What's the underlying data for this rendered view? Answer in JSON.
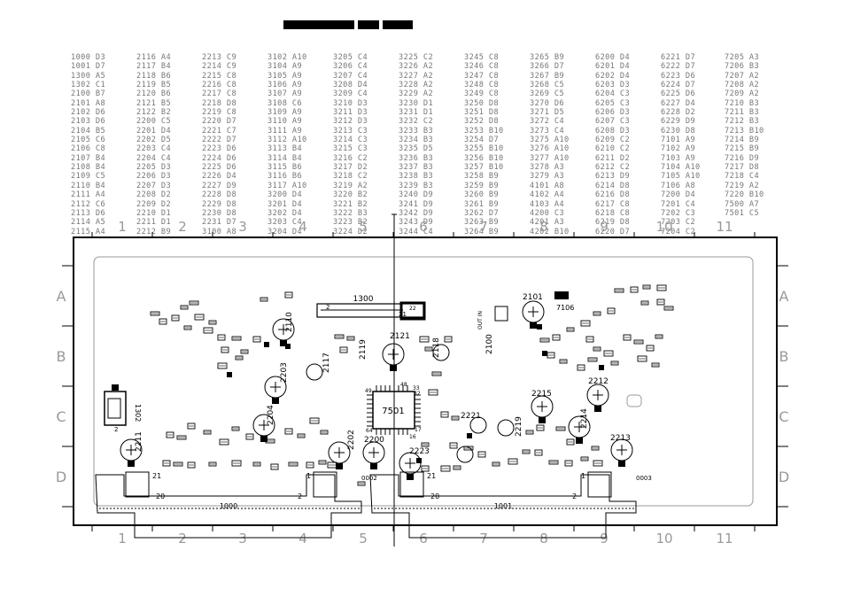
{
  "title_bar": [
    "",
    "",
    ""
  ],
  "index_columns": [
    [
      "1000 D3",
      "1001 D7",
      "1300 A5",
      "1302 C1",
      "2100 B7",
      "2101 A8",
      "2102 D6",
      "2103 D6",
      "2104 B5",
      "2105 C6",
      "2106 C8",
      "2107 B4",
      "2108 B4",
      "2109 C5",
      "2110 B4",
      "2111 A4",
      "2112 C6",
      "2113 D6",
      "2114 A5",
      "2115 A4"
    ],
    [
      "2116 A4",
      "2117 B4",
      "2118 B6",
      "2119 B5",
      "2120 B6",
      "2121 B5",
      "2122 B2",
      "2200 C5",
      "2201 D4",
      "2202 D5",
      "2203 C4",
      "2204 C4",
      "2205 D3",
      "2206 D3",
      "2207 D3",
      "2208 D2",
      "2209 D2",
      "2210 D1",
      "2211 D1",
      "2212 B9"
    ],
    [
      "2213 C9",
      "2214 C9",
      "2215 C8",
      "2216 C8",
      "2217 C8",
      "2218 D8",
      "2219 C8",
      "2220 D7",
      "2221 C7",
      "2222 D7",
      "2223 D6",
      "2224 D6",
      "2225 D6",
      "2226 D4",
      "2227 D9",
      "2228 D8",
      "2229 D8",
      "2230 D8",
      "2231 D7",
      "3100 A8"
    ],
    [
      "3102 A10",
      "3104 A9",
      "3105 A9",
      "3106 A9",
      "3107 A9",
      "3108 C6",
      "3109 A9",
      "3110 A9",
      "3111 A9",
      "3112 A10",
      "3113 B4",
      "3114 B4",
      "3115 B6",
      "3116 B6",
      "3117 A10",
      "3200 D4",
      "3201 D4",
      "3202 D4",
      "3203 C4",
      "3204 D4"
    ],
    [
      "3205 C4",
      "3206 C4",
      "3207 C4",
      "3208 D4",
      "3209 C4",
      "3210 D3",
      "3211 D3",
      "3212 D3",
      "3213 C3",
      "3214 C3",
      "3215 C3",
      "3216 C2",
      "3217 D2",
      "3218 C2",
      "3219 A2",
      "3220 B2",
      "3221 B2",
      "3222 B3",
      "3223 B2",
      "3224 D2"
    ],
    [
      "3225 C2",
      "3226 A2",
      "3227 A2",
      "3228 A2",
      "3229 A2",
      "3230 D1",
      "3231 D1",
      "3232 C2",
      "3233 B3",
      "3234 B3",
      "3235 D5",
      "3236 B3",
      "3237 B3",
      "3238 B3",
      "3239 B3",
      "3240 D9",
      "3241 D9",
      "3242 D9",
      "3243 D9",
      "3244 C4"
    ],
    [
      "3245 C8",
      "3246 C8",
      "3247 C8",
      "3248 C8",
      "3249 C8",
      "3250 D8",
      "3251 D8",
      "3252 D8",
      "3253 B10",
      "3254 D7",
      "3255 B10",
      "3256 B10",
      "3257 B10",
      "3258 B9",
      "3259 B9",
      "3260 B9",
      "3261 B9",
      "3262 D7",
      "3263 B9",
      "3264 B9"
    ],
    [
      "3265 B9",
      "3266 D7",
      "3267 B9",
      "3268 C5",
      "3269 C5",
      "3270 D6",
      "3271 D5",
      "3272 C4",
      "3273 C4",
      "3275 A10",
      "3276 A10",
      "3277 A10",
      "3278 A3",
      "3279 A3",
      "4101 A8",
      "4102 A4",
      "4103 A4",
      "4200 C3",
      "4201 A3",
      "4202 B10"
    ],
    [
      "6200 D4",
      "6201 D4",
      "6202 D4",
      "6203 D3",
      "6204 C3",
      "6205 C3",
      "6206 D3",
      "6207 C3",
      "6208 D3",
      "6209 C2",
      "6210 C2",
      "6211 D2",
      "6212 C2",
      "6213 D9",
      "6214 D8",
      "6216 D8",
      "6217 C8",
      "6218 C8",
      "6219 D8",
      "6220 D7"
    ],
    [
      "6221 D7",
      "6222 D7",
      "6223 D6",
      "6224 D7",
      "6225 D6",
      "6227 D4",
      "6228 D2",
      "6229 D9",
      "6230 D8",
      "7101 A9",
      "7102 A9",
      "7103 A9",
      "7104 A10",
      "7105 A10",
      "7106 A8",
      "7200 D4",
      "7201 C4",
      "7202 C3",
      "7203 C2",
      "7204 C2"
    ],
    [
      "7205 A3",
      "7206 B3",
      "7207 A2",
      "7208 A2",
      "7209 A2",
      "7210 B3",
      "7211 B3",
      "7212 B3",
      "7213 B10",
      "7214 B9",
      "7215 B9",
      "7216 D9",
      "7217 D8",
      "7218 C4",
      "7219 A2",
      "7220 B10",
      "7500 A7",
      "7501 C5"
    ]
  ],
  "grid": {
    "columns": [
      "1",
      "2",
      "3",
      "4",
      "5",
      "6",
      "7",
      "8",
      "9",
      "10",
      "11"
    ],
    "rows": [
      "A",
      "B",
      "C",
      "D"
    ]
  },
  "components": {
    "electrolytic_caps": [
      "2101",
      "2110",
      "2121",
      "2203",
      "2204",
      "2202",
      "2200",
      "2211",
      "2215",
      "2212",
      "2214",
      "2213"
    ],
    "rotated_labels": [
      "2117",
      "2119",
      "2118",
      "2100",
      "2219"
    ],
    "plain_labels": [
      "2221",
      "2223"
    ],
    "ic": "7501",
    "ic_pins": [
      "48",
      "33",
      "32",
      "49",
      "64",
      "17",
      "16"
    ],
    "connector_1300": "1300",
    "connector_1300_pins": [
      "2",
      "22",
      "21"
    ],
    "connector_1302": "1302",
    "connector_1302_pin": "2",
    "transistor": "7106",
    "out_in": "OUT IN"
  },
  "connectors_bottom": [
    {
      "id": "1000",
      "pin_left": "21",
      "pin_right": "1",
      "pin_bottom_left": "20",
      "pin_bottom_right": "2",
      "ref": "0002"
    },
    {
      "id": "1001",
      "pin_left": "21",
      "pin_right": "1",
      "pin_bottom_left": "20",
      "pin_bottom_right": "2",
      "ref": "0003"
    }
  ]
}
